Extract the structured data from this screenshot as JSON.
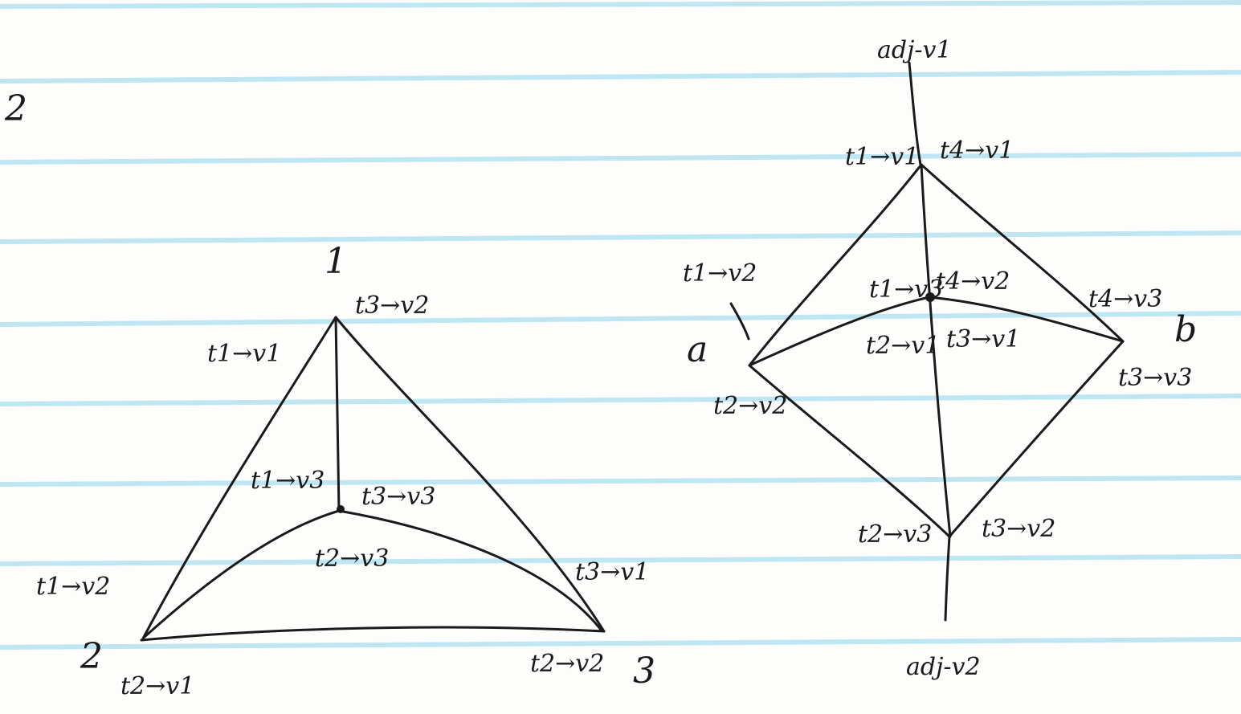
{
  "page": {
    "margin_note": "2"
  },
  "left_diagram": {
    "vertices": {
      "v1": "1",
      "v2": "2",
      "v3": "3"
    },
    "labels": {
      "top_left": "t1→v1",
      "top_right": "t3→v2",
      "center_upper": "t1→v3",
      "center_right": "t3→v3",
      "center_lower": "t2→v3",
      "left_corner": "t1→v2",
      "right_corner": "t3→v1",
      "bottom_left": "t2→v1",
      "bottom_right": "t2→v2"
    }
  },
  "right_diagram": {
    "vertices": {
      "a": "a",
      "b": "b"
    },
    "edge_labels": {
      "top": "adj-v1",
      "bottom": "adj-v2"
    },
    "labels": {
      "top_left": "t1→v1",
      "top_right": "t4→v1",
      "left_upper": "t1→v2",
      "center_upper_left": "t1→v3",
      "center_upper_right": "t4→v2",
      "right_upper": "t4→v3",
      "center_lower_left": "t2→v1",
      "center_lower_right": "t3→v1",
      "right_lower": "t3→v3",
      "left_lower": "t2→v2",
      "bottom_left": "t2→v3",
      "bottom_right": "t3→v2"
    }
  }
}
